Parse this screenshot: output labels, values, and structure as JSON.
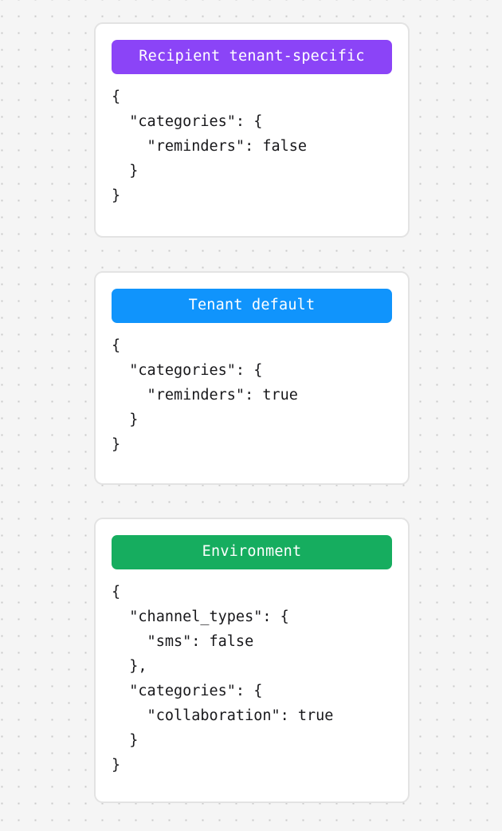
{
  "page": {
    "background_color": "#f5f5f5",
    "dot_color": "#c9c9c9",
    "card_background": "#ffffff",
    "card_border_color": "#e3e3e3",
    "code_text_color": "#18181b"
  },
  "cards": [
    {
      "id": "recipient-tenant-specific",
      "title": "Recipient tenant-specific",
      "header_color": "#8b44f7",
      "code": "{\n  \"categories\": {\n    \"reminders\": false\n  }\n}"
    },
    {
      "id": "tenant-default",
      "title": "Tenant default",
      "header_color": "#1094fc",
      "code": "{\n  \"categories\": {\n    \"reminders\": true\n  }\n}"
    },
    {
      "id": "environment",
      "title": "Environment",
      "header_color": "#16ad5f",
      "code": "{\n  \"channel_types\": {\n    \"sms\": false\n  },\n  \"categories\": {\n    \"collaboration\": true\n  }\n}"
    }
  ]
}
